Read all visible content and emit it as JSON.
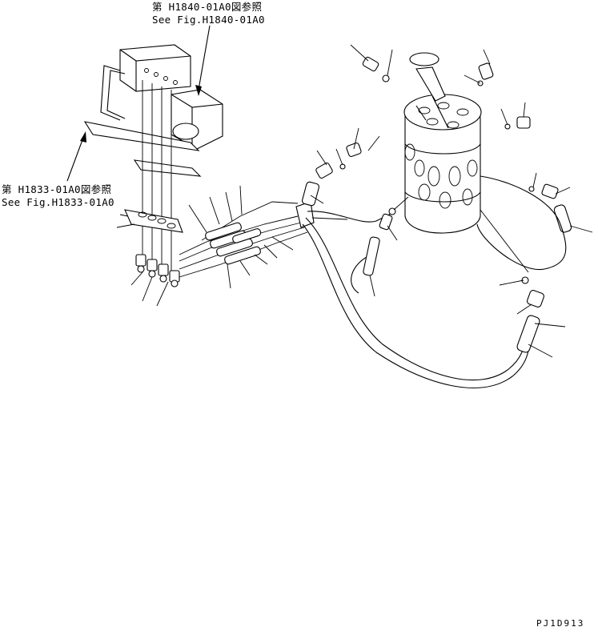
{
  "callouts": {
    "upper_ref_ja": "第 H1840-01A0図参照",
    "upper_ref_en": "See Fig.H1840-01A0",
    "left_ref_ja": "第 H1833-01A0図参照",
    "left_ref_en": "See Fig.H1833-01A0"
  },
  "drawing_code": "PJ1D913"
}
